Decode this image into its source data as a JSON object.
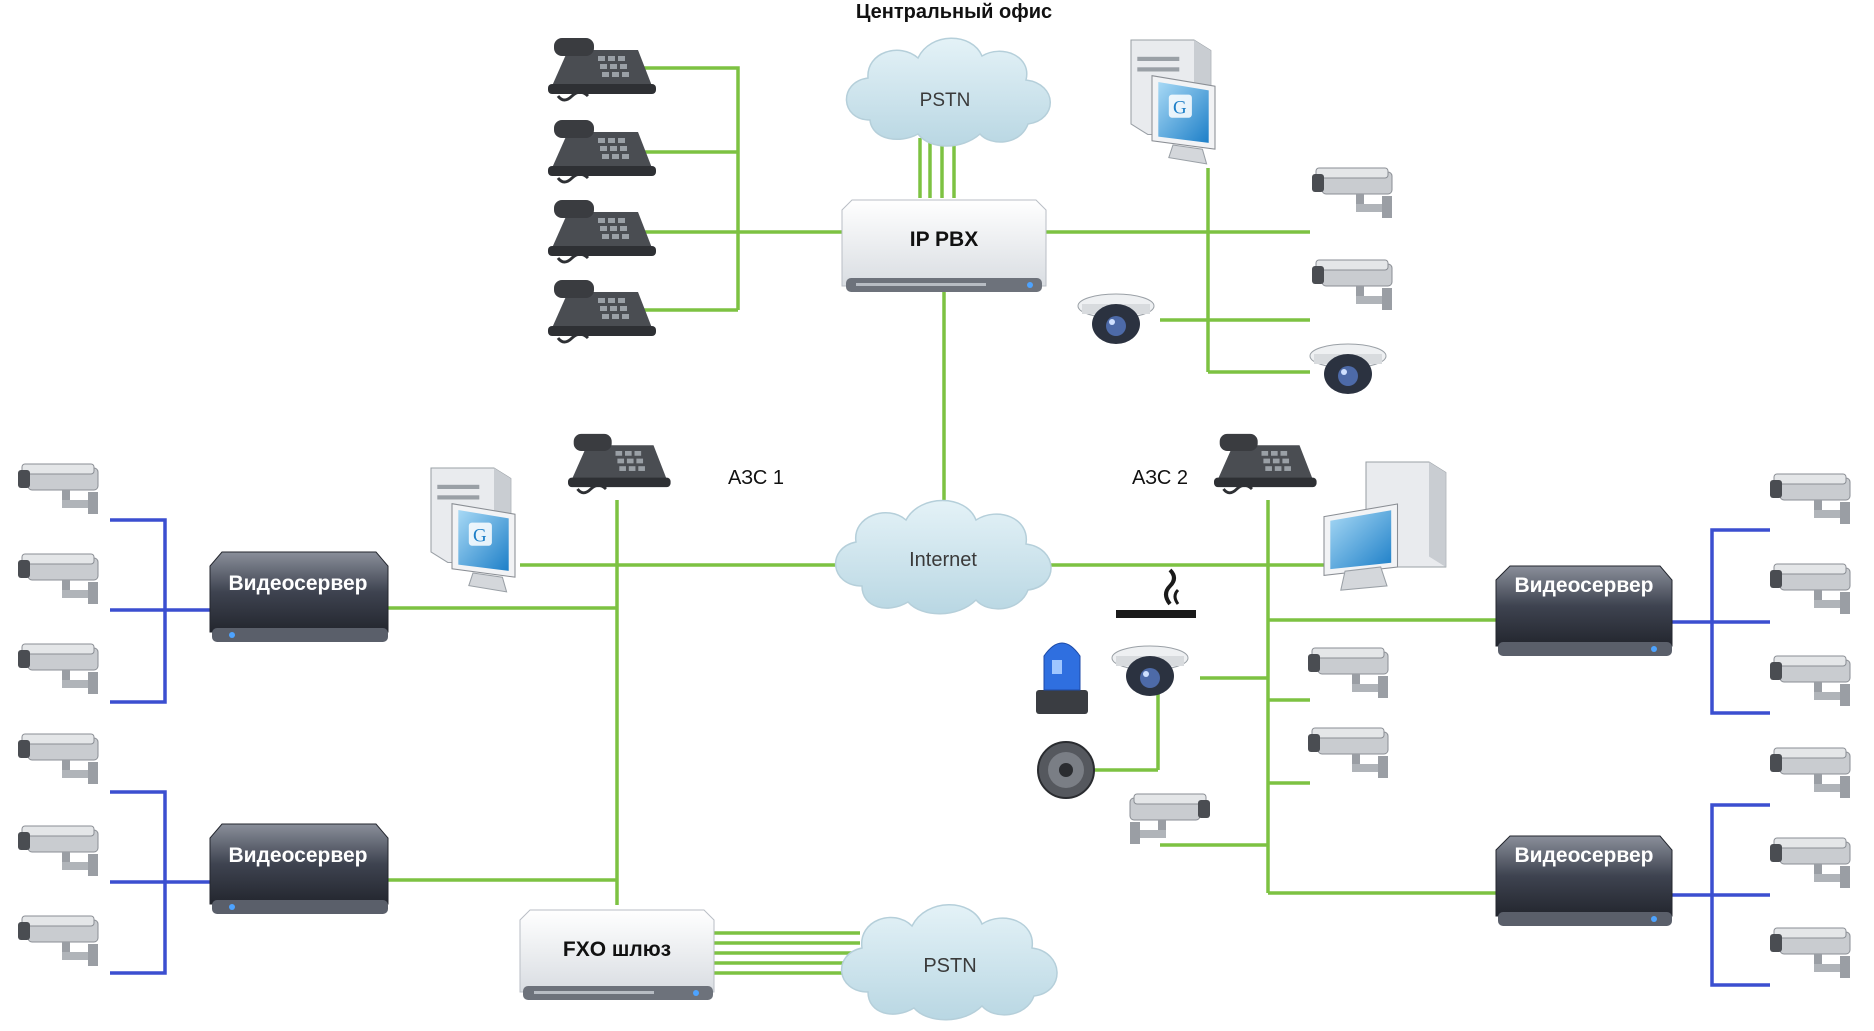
{
  "title": "Центральный офис",
  "sites": {
    "azs1": "АЗС 1",
    "azs2": "АЗС 2"
  },
  "clouds": {
    "pstn_top": "PSTN",
    "internet": "Internet",
    "pstn_bottom": "PSTN"
  },
  "devices": {
    "ip_pbx": "IP PBX",
    "fxo_gateway": "FXO шлюз",
    "videoserver_left_1": "Видеосервер",
    "videoserver_left_2": "Видеосервер",
    "videoserver_right_1": "Видеосервер",
    "videoserver_right_2": "Видеосервер"
  },
  "colors": {
    "link_green": "#7dc242",
    "link_blue": "#3b4fd0",
    "cloud_fill": "#cfe6ef",
    "server_body": "#3a3f4c"
  }
}
